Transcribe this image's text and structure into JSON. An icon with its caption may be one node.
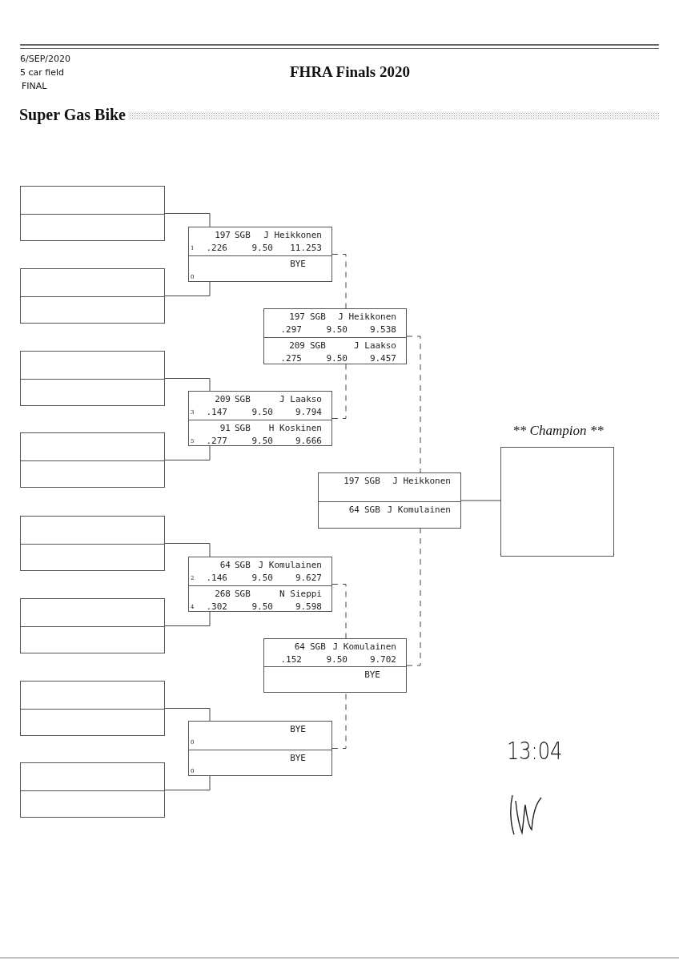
{
  "diagram": {
    "title": "FHRA Finals 2020",
    "nodes": [
      {
        "text": [],
        "shape": "box"
      },
      {
        "text": [],
        "shape": "box"
      },
      {
        "text": [],
        "shape": "box"
      },
      {
        "text": [],
        "shape": "box"
      },
      {
        "text": [],
        "shape": "box"
      },
      {
        "text": [],
        "shape": "box"
      },
      {
        "text": [],
        "shape": "box"
      },
      {
        "text": [],
        "shape": "box"
      },
      {
        "text": [],
        "shape": "box"
      },
      {
        "text": [
          "197",
          "SGB",
          "J Heikkonen",
          "1",
          ".226",
          "9.50",
          "11.253"
        ],
        "in": 8
      },
      {
        "text": [
          "BYE",
          "0"
        ],
        "in": 8
      },
      {
        "text": [],
        "shape": "box"
      },
      {
        "text": [
          "209",
          "SGB",
          "J Laakso",
          "3",
          ".147",
          "9.50",
          "9.794"
        ],
        "in": 11
      },
      {
        "text": [
          "91",
          "SGB",
          "H Koskinen",
          "5",
          ".277",
          "9.50",
          "9.666"
        ],
        "in": 11
      },
      {
        "text": [],
        "shape": "box"
      },
      {
        "text": [
          "64",
          "SGB",
          "J Komulainen",
          "2",
          ".146",
          "9.50",
          "9.627"
        ],
        "in": 14
      },
      {
        "text": [
          "268",
          "SGB",
          "N Sieppi",
          "4",
          ".302",
          "9.50",
          "9.598"
        ],
        "in": 14
      },
      {
        "text": [],
        "shape": "box"
      },
      {
        "text": [
          "BYE",
          "0"
        ],
        "in": 17
      },
      {
        "text": [
          "BYE",
          "0"
        ],
        "in": 17
      },
      {
        "text": [],
        "shape": "box"
      },
      {
        "text": [
          "197",
          "SGB",
          "J Heikkonen",
          ".297",
          "9.50",
          "9.538"
        ],
        "in": 20
      },
      {
        "text": [
          "209",
          "SGB",
          "J Laakso",
          ".275",
          "9.50",
          "9.457"
        ],
        "in": 20
      },
      {
        "text": [],
        "shape": "box"
      },
      {
        "text": [
          "64",
          "SGB",
          "J Komulainen",
          ".152",
          "9.50",
          "9.702"
        ],
        "in": 23
      },
      {
        "text": [
          "BYE"
        ],
        "in": 23
      },
      {
        "text": [],
        "shape": "box"
      },
      {
        "text": [
          "197",
          "SGB",
          "J Heikkonen"
        ],
        "in": 26
      },
      {
        "text": [
          "64",
          "SGB",
          "J Komulainen"
        ],
        "in": 26
      },
      {
        "text": [
          "** Champion **"
        ]
      }
    ],
    "edges": [
      {
        "from": 0,
        "to": 8,
        "arrow": "none"
      },
      {
        "from": 1,
        "to": 8,
        "arrow": "none"
      },
      {
        "from": 2,
        "to": 11,
        "arrow": "none"
      },
      {
        "from": 3,
        "to": 11,
        "arrow": "none"
      },
      {
        "from": 4,
        "to": 14,
        "arrow": "none"
      },
      {
        "from": 5,
        "to": 14,
        "arrow": "none"
      },
      {
        "from": 6,
        "to": 17,
        "arrow": "none"
      },
      {
        "from": 7,
        "to": 17,
        "arrow": "none"
      },
      {
        "from": 8,
        "to": 20,
        "arrow": "none",
        "style": "dashed"
      },
      {
        "from": 11,
        "to": 20,
        "arrow": "none",
        "style": "dashed"
      },
      {
        "from": 14,
        "to": 23,
        "arrow": "none",
        "style": "dashed"
      },
      {
        "from": 17,
        "to": 23,
        "arrow": "none",
        "style": "dashed"
      },
      {
        "from": 20,
        "to": 26,
        "arrow": "none",
        "style": "dashed"
      },
      {
        "from": 23,
        "to": 26,
        "arrow": "none",
        "style": "dashed"
      },
      {
        "from": 26,
        "to": 29,
        "arrow": "none"
      }
    ],
    "labels": [
      "6/SEP/2020",
      "5 car field",
      "FINAL",
      "Super Gas Bike",
      "13:04"
    ]
  }
}
